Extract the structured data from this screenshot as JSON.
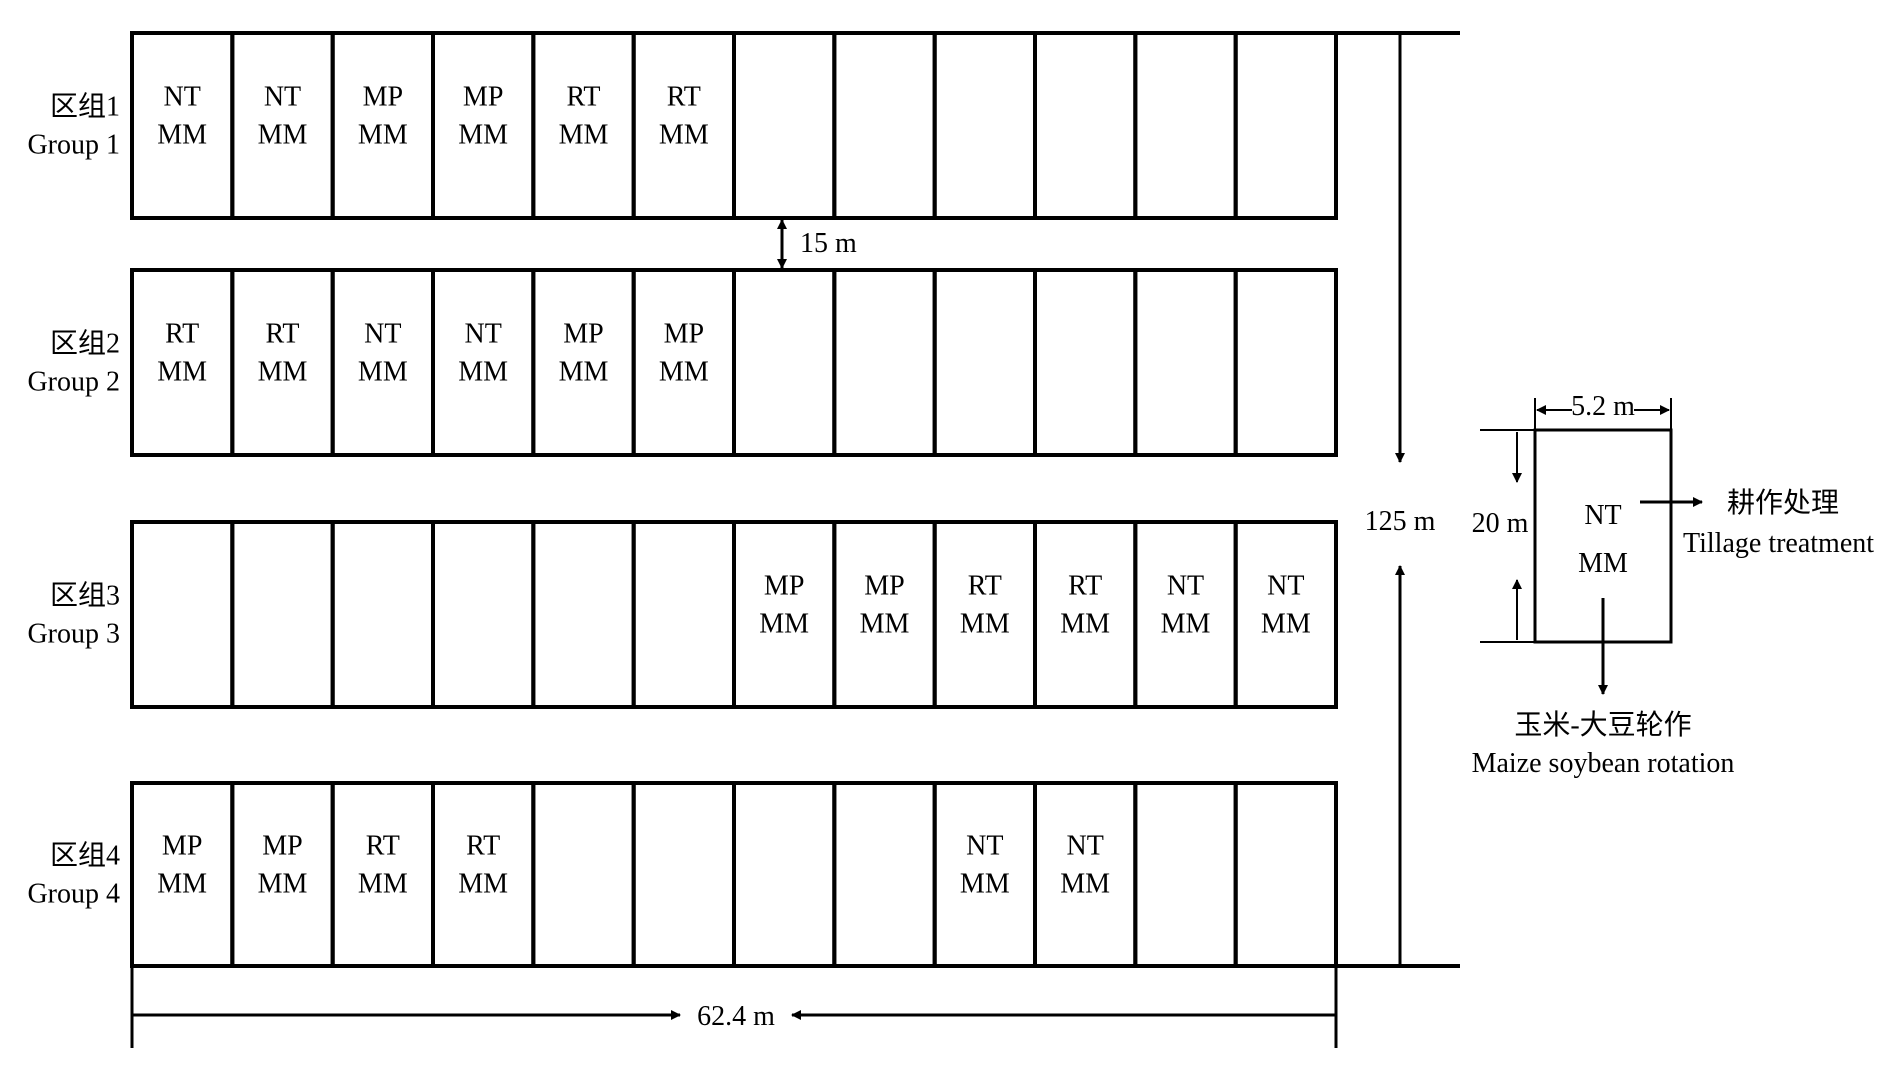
{
  "groups": [
    {
      "label_cn": "区组1",
      "label_en": "Group 1",
      "plots": [
        [
          "NT",
          "MM"
        ],
        [
          "NT",
          "MM"
        ],
        [
          "MP",
          "MM"
        ],
        [
          "MP",
          "MM"
        ],
        [
          "RT",
          "MM"
        ],
        [
          "RT",
          "MM"
        ],
        [],
        [],
        [],
        [],
        [],
        []
      ]
    },
    {
      "label_cn": "区组2",
      "label_en": "Group 2",
      "plots": [
        [
          "RT",
          "MM"
        ],
        [
          "RT",
          "MM"
        ],
        [
          "NT",
          "MM"
        ],
        [
          "NT",
          "MM"
        ],
        [
          "MP",
          "MM"
        ],
        [
          "MP",
          "MM"
        ],
        [],
        [],
        [],
        [],
        [],
        []
      ]
    },
    {
      "label_cn": "区组3",
      "label_en": "Group 3",
      "plots": [
        [],
        [],
        [],
        [],
        [],
        [],
        [
          "MP",
          "MM"
        ],
        [
          "MP",
          "MM"
        ],
        [
          "RT",
          "MM"
        ],
        [
          "RT",
          "MM"
        ],
        [
          "NT",
          "MM"
        ],
        [
          "NT",
          "MM"
        ]
      ]
    },
    {
      "label_cn": "区组4",
      "label_en": "Group 4",
      "plots": [
        [
          "MP",
          "MM"
        ],
        [
          "MP",
          "MM"
        ],
        [
          "RT",
          "MM"
        ],
        [
          "RT",
          "MM"
        ],
        [],
        [],
        [],
        [],
        [
          "NT",
          "MM"
        ],
        [
          "NT",
          "MM"
        ],
        [],
        []
      ]
    }
  ],
  "dimensions": {
    "group_gap": "15 m",
    "total_length": "125 m",
    "total_width": "62.4 m"
  },
  "legend": {
    "plot_width": "5.2 m",
    "plot_length": "20 m",
    "plot_line1": "NT",
    "plot_line2": "MM",
    "tillage_cn": "耕作处理",
    "tillage_en": "Tillage treatment",
    "rotation_cn": "玉米-大豆轮作",
    "rotation_en": "Maize soybean rotation"
  }
}
